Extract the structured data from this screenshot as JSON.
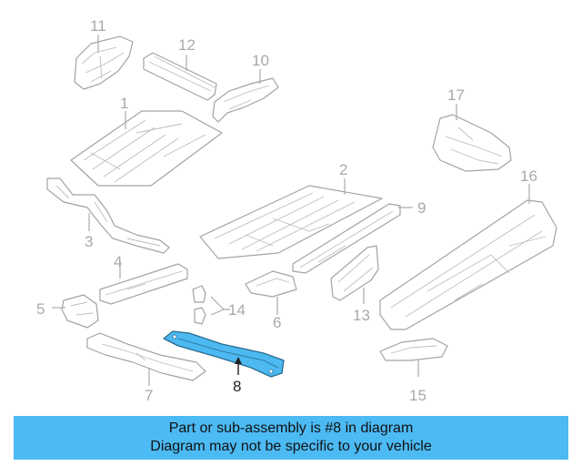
{
  "diagram": {
    "callouts": [
      {
        "id": "c1",
        "label": "1",
        "highlight": false
      },
      {
        "id": "c2",
        "label": "2",
        "highlight": false
      },
      {
        "id": "c3",
        "label": "3",
        "highlight": false
      },
      {
        "id": "c4",
        "label": "4",
        "highlight": false
      },
      {
        "id": "c5",
        "label": "5",
        "highlight": false
      },
      {
        "id": "c6",
        "label": "6",
        "highlight": false
      },
      {
        "id": "c7",
        "label": "7",
        "highlight": false
      },
      {
        "id": "c8",
        "label": "8",
        "highlight": true
      },
      {
        "id": "c9",
        "label": "9",
        "highlight": false
      },
      {
        "id": "c10",
        "label": "10",
        "highlight": false
      },
      {
        "id": "c11",
        "label": "11",
        "highlight": false
      },
      {
        "id": "c12",
        "label": "12",
        "highlight": false
      },
      {
        "id": "c13",
        "label": "13",
        "highlight": false
      },
      {
        "id": "c14",
        "label": "14",
        "highlight": false
      },
      {
        "id": "c15",
        "label": "15",
        "highlight": false
      },
      {
        "id": "c16",
        "label": "16",
        "highlight": false
      },
      {
        "id": "c17",
        "label": "17",
        "highlight": false
      }
    ],
    "highlight_color": "#4cb9f1",
    "line_color": "#a3a3a3"
  },
  "banner": {
    "line1": "Part or sub-assembly is #8 in diagram",
    "line2": "Diagram may not be specific to your vehicle",
    "background": "#4cbaf3"
  }
}
